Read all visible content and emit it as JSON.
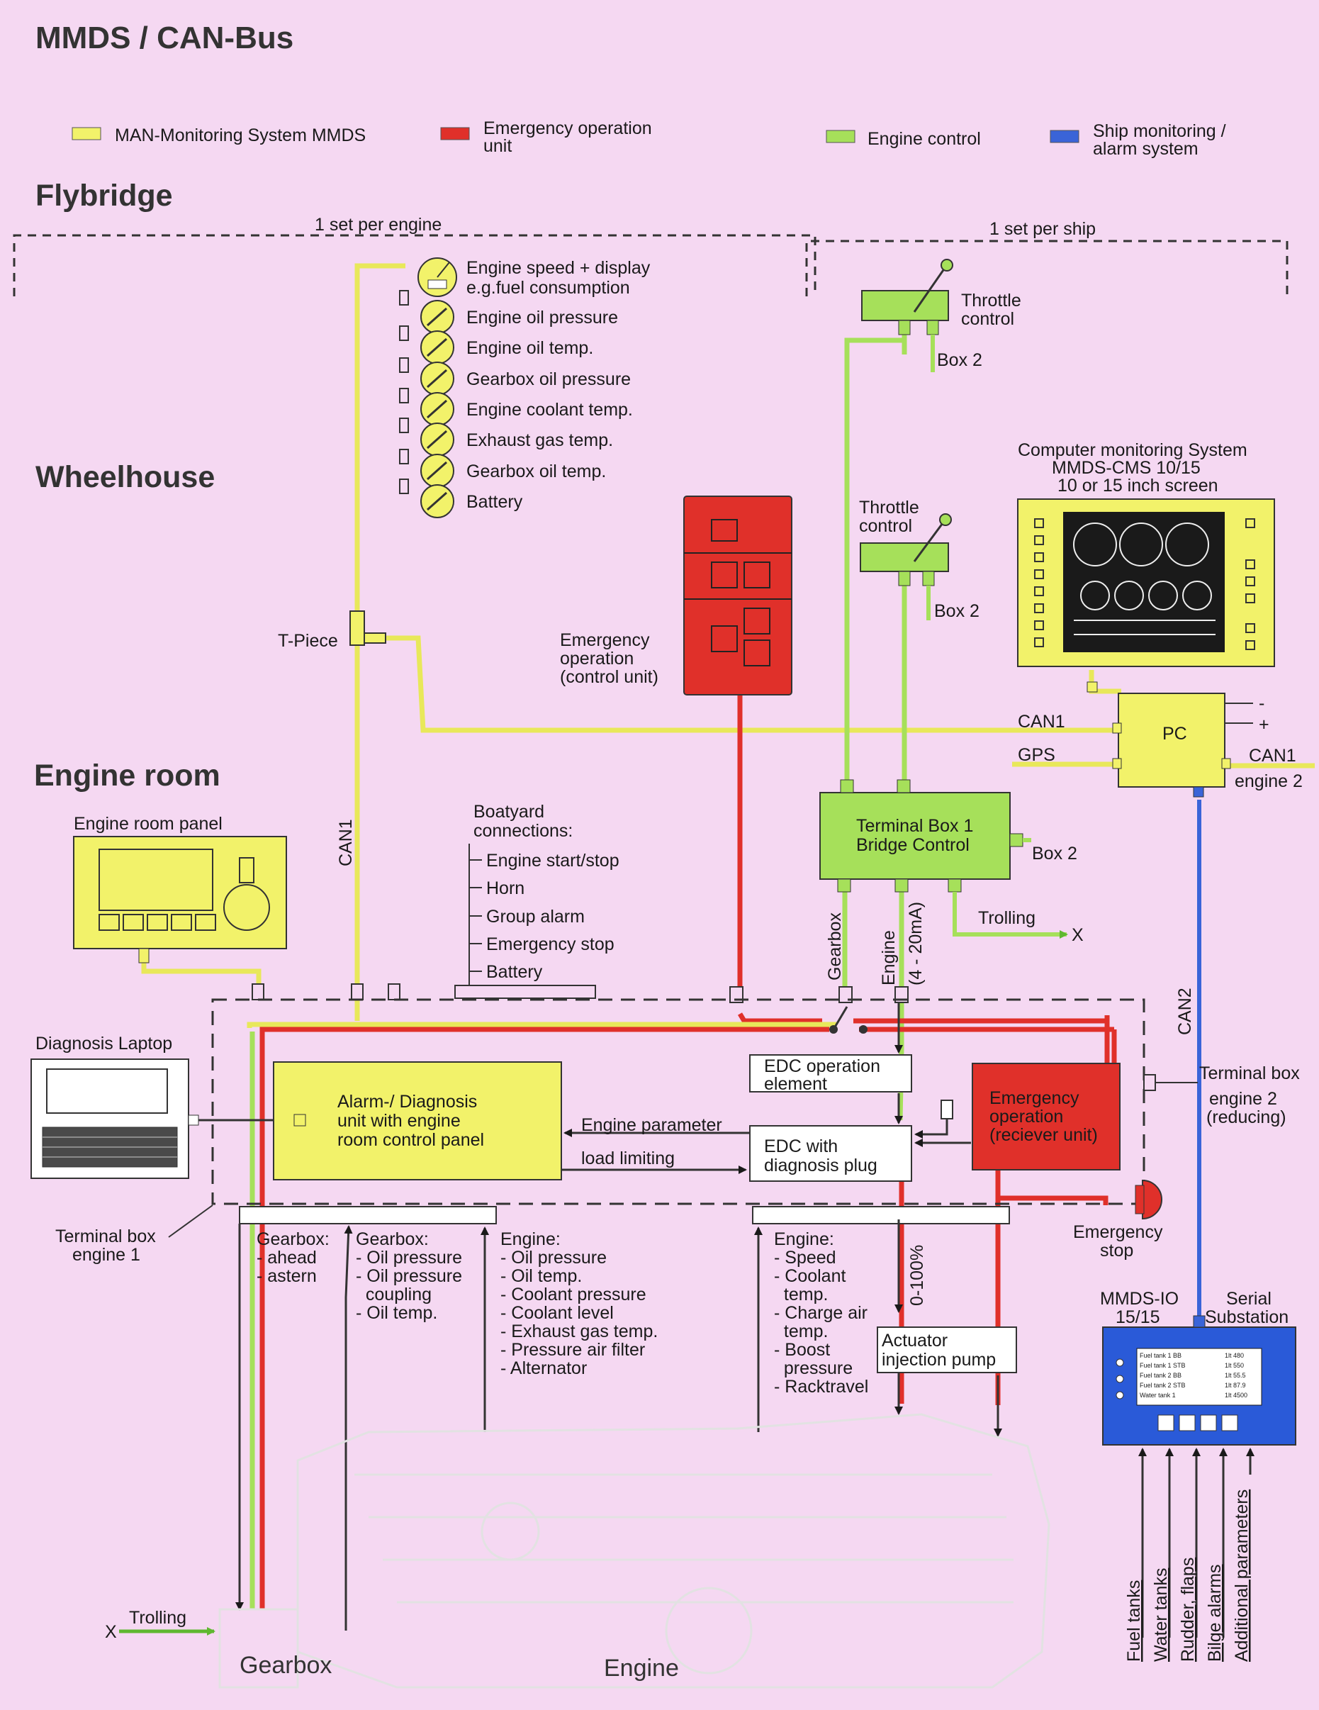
{
  "title": "MMDS / CAN-Bus",
  "legend": [
    {
      "label_lines": [
        "MAN-Monitoring System MMDS"
      ],
      "color": "#f2f26a"
    },
    {
      "label_lines": [
        "Emergency operation",
        "unit"
      ],
      "color": "#e0302a"
    },
    {
      "label_lines": [
        "Engine control"
      ],
      "color": "#a6e05a"
    },
    {
      "label_lines": [
        "Ship monitoring /",
        "alarm system"
      ],
      "color": "#3a64d8"
    }
  ],
  "sections": {
    "flybridge": "Flybridge",
    "wheelhouse": "Wheelhouse",
    "engine_room": "Engine room"
  },
  "sets": {
    "per_engine": "1 set per engine",
    "per_ship": "1 set per ship"
  },
  "gauges": [
    "Engine speed + display",
    "e.g.fuel consumption",
    "Engine oil pressure",
    "Engine oil temp.",
    "Gearbox oil pressure",
    "Engine coolant temp.",
    "Exhaust gas temp.",
    "Gearbox oil temp.",
    "Battery"
  ],
  "throttle": {
    "label_lines": [
      "Throttle",
      "control"
    ],
    "box2": "Box 2"
  },
  "cms": {
    "lines": [
      "Computer monitoring System",
      "MMDS-CMS 10/15",
      "10 or 15 inch screen"
    ]
  },
  "pc": {
    "label": "PC",
    "can1": "CAN1",
    "gps": "GPS",
    "can1_engine2_lines": [
      "CAN1",
      "engine 2"
    ],
    "minus": "-",
    "plus": "+"
  },
  "tpiece": "T-Piece",
  "emergency_control": {
    "lines": [
      "Emergency",
      "operation",
      "(control unit)"
    ]
  },
  "terminal_box1": {
    "lines": [
      "Terminal Box 1",
      "Bridge Control"
    ],
    "box2": "Box 2"
  },
  "trolling": "Trolling",
  "x_mark": "X",
  "gearbox_vert": "Gearbox",
  "engine_vert_lines": [
    "Engine",
    "(4 - 20mA)"
  ],
  "can1_vert": "CAN1",
  "can2_vert": "CAN2",
  "engine_room_panel": "Engine room panel",
  "boatyard": {
    "title_lines": [
      "Boatyard",
      "connections:"
    ],
    "items": [
      "Engine start/stop",
      "Horn",
      "Group alarm",
      "Emergency stop",
      "Battery"
    ]
  },
  "diagnosis_laptop": "Diagnosis Laptop",
  "alarm_unit": {
    "lines": [
      "Alarm-/ Diagnosis",
      "unit with engine",
      "room control panel"
    ]
  },
  "edc_element": {
    "lines": [
      "EDC operation",
      "element"
    ]
  },
  "edc_plug": {
    "lines": [
      "EDC with",
      "diagnosis plug"
    ]
  },
  "engine_parameter": "Engine parameter",
  "load_limiting": "load limiting",
  "emergency_receiver": {
    "lines": [
      "Emergency",
      "operation",
      "(reciever unit)"
    ]
  },
  "terminal_box_engine2": {
    "lines": [
      "Terminal box",
      "engine 2",
      "(reducing)"
    ]
  },
  "terminal_box_engine1": {
    "lines": [
      "Terminal box",
      "engine 1"
    ]
  },
  "emergency_stop": {
    "lines": [
      "Emergency",
      "stop"
    ]
  },
  "gearbox_out": {
    "lines": [
      "Gearbox:",
      "- ahead",
      "- astern"
    ]
  },
  "gearbox_in": {
    "lines": [
      "Gearbox:",
      "- Oil pressure",
      "- Oil pressure",
      "  coupling",
      "- Oil temp."
    ]
  },
  "engine_in": {
    "lines": [
      "Engine:",
      "- Oil pressure",
      "- Oil temp.",
      "- Coolant pressure",
      "- Coolant level",
      "- Exhaust gas temp.",
      "- Pressure air filter",
      "- Alternator"
    ]
  },
  "engine_in2": {
    "lines": [
      "Engine:",
      "- Speed",
      "- Coolant",
      "  temp.",
      "- Charge air",
      "  temp.",
      "- Boost",
      "  pressure",
      "- Racktravel"
    ]
  },
  "pct": "0-100%",
  "actuator": {
    "lines": [
      "Actuator",
      "injection pump"
    ]
  },
  "mmds_io": {
    "lines": [
      "MMDS-IO",
      "15/15"
    ],
    "serial_lines": [
      "Serial",
      "Substation"
    ]
  },
  "io_screen_rows": [
    "Fuel tank 1 BB",
    "Fuel tank 1 STB",
    "Fuel tank 2 BB",
    "Fuel tank 2 STB",
    "Water tank 1"
  ],
  "io_screen_vals": [
    "1lt 480",
    "1lt 550",
    "1lt 55.5",
    "1lt 87.9",
    "1lt 4500"
  ],
  "io_inputs": [
    "Fuel tanks",
    "Water tanks",
    "Rudder, flaps",
    "Bilge alarms",
    "Additional parameters"
  ],
  "bottom": {
    "gearbox": "Gearbox",
    "engine": "Engine",
    "trolling": "Trolling",
    "x": "X"
  }
}
